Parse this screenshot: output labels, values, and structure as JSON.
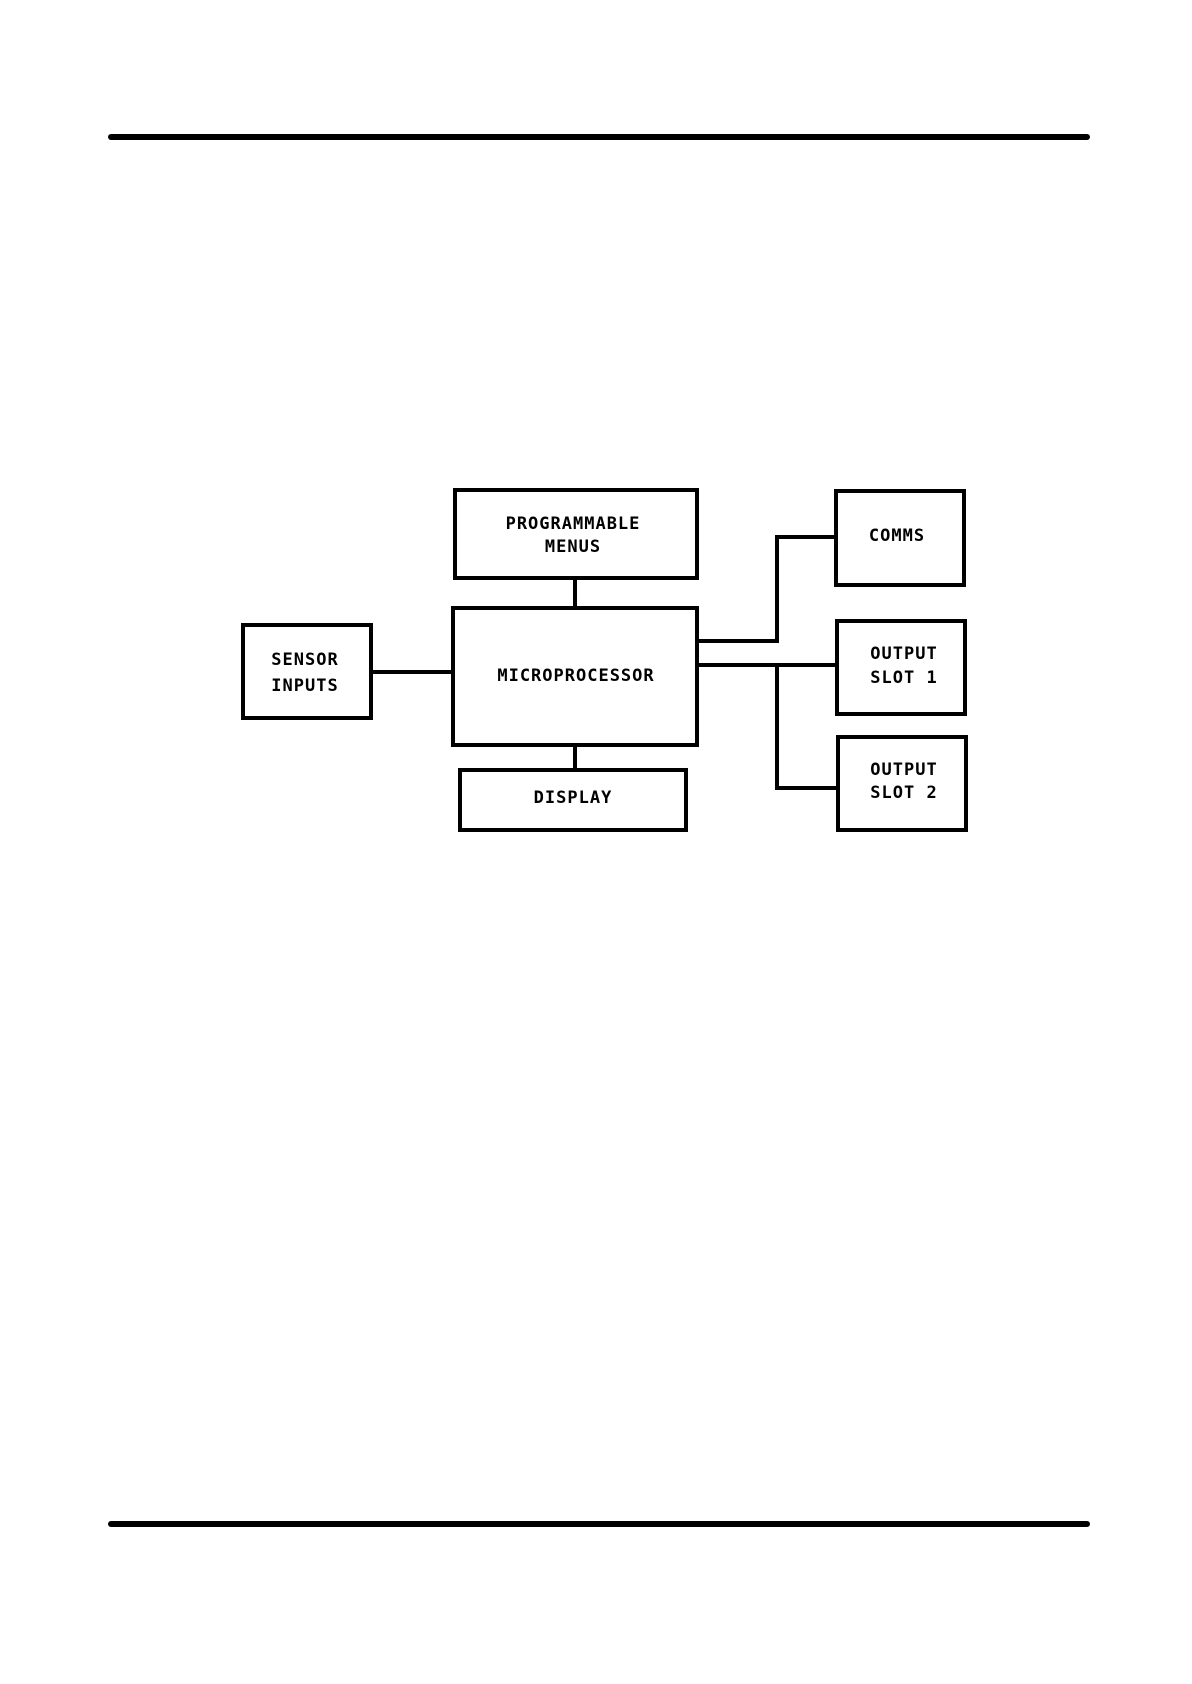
{
  "blocks": {
    "programmable_menus": {
      "line1": "PROGRAMMABLE",
      "line2": "MENUS"
    },
    "comms": {
      "line1": "COMMS"
    },
    "sensor_inputs": {
      "line1": "SENSOR",
      "line2": "INPUTS"
    },
    "microprocessor": {
      "line1": "MICROPROCESSOR"
    },
    "output_slot_1": {
      "line1": "OUTPUT",
      "line2": "SLOT 1"
    },
    "output_slot_2": {
      "line1": "OUTPUT",
      "line2": "SLOT 2"
    },
    "display": {
      "line1": "DISPLAY"
    }
  }
}
